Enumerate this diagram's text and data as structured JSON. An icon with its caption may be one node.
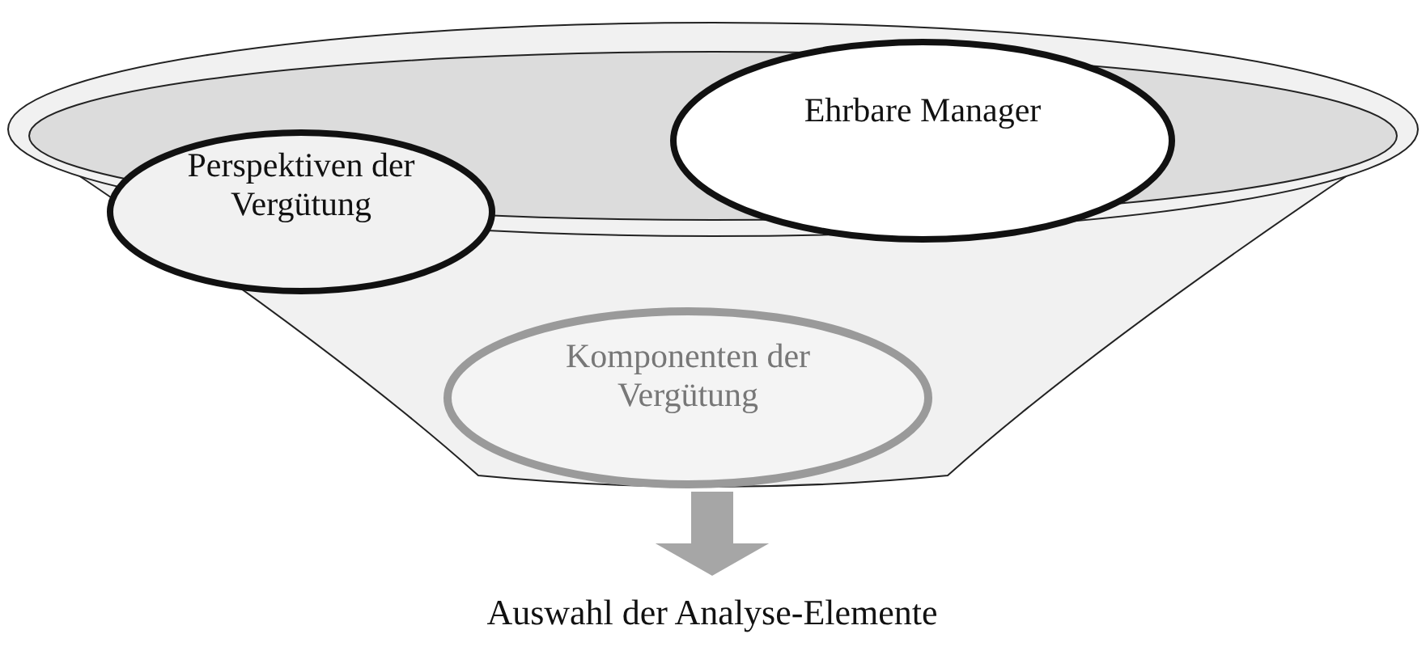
{
  "diagram": {
    "nodes": [
      {
        "text": [],
        "shape": "funnel"
      },
      {
        "text": [
          "Perspektiven der Vergütung"
        ],
        "in": 0
      },
      {
        "text": [
          "Ehrbare Manager"
        ]
      },
      {
        "text": [
          "Komponenten der Vergütung"
        ],
        "in": 0
      },
      {
        "text": [
          "Auswahl der Analyse-Elemente"
        ]
      }
    ],
    "edges": [
      {
        "from": 0,
        "to": 4,
        "arrow": "to",
        "style": "thick",
        "color": "#a6a6a6"
      }
    ]
  }
}
